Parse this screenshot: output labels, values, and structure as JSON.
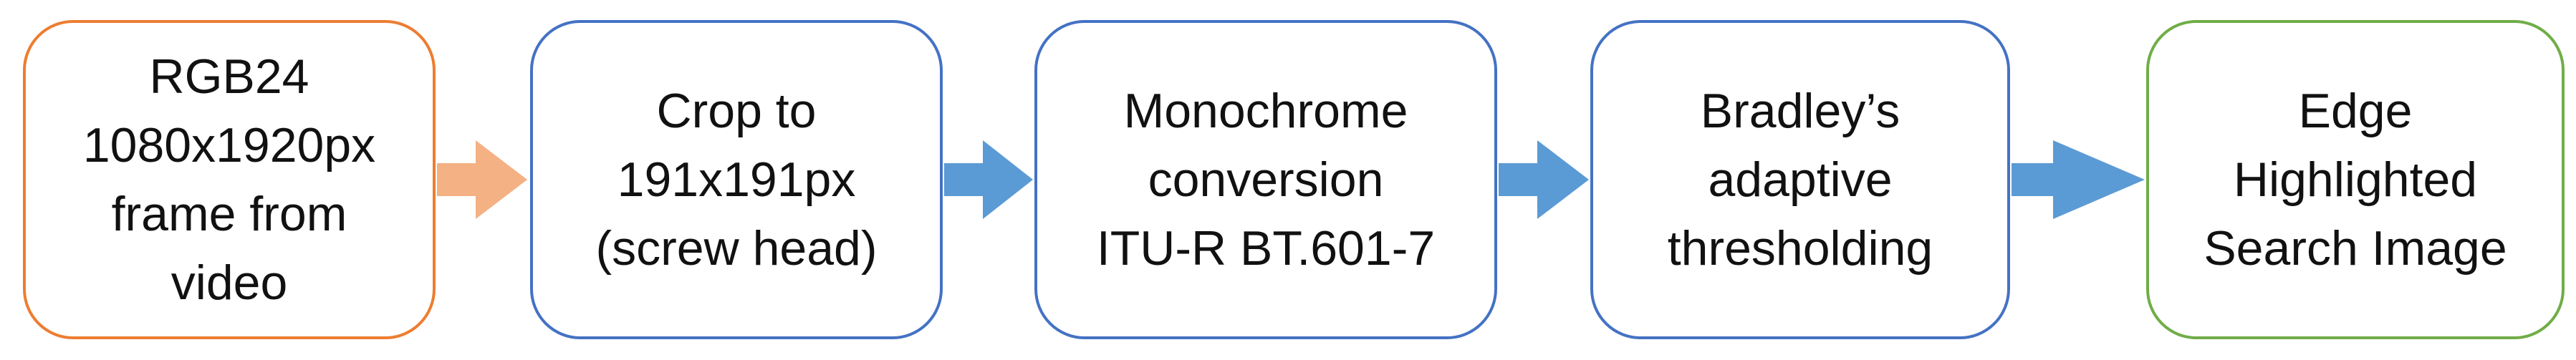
{
  "colors": {
    "input_border": "#ed7d31",
    "process_border": "#4472c4",
    "output_border": "#70ad47",
    "arrow_input": "#f4b183",
    "arrow_process": "#5b9bd5"
  },
  "steps": [
    {
      "lines": [
        "RGB24",
        "1080x1920px",
        "frame from",
        "video"
      ]
    },
    {
      "lines": [
        "Crop to",
        "191x191px",
        "(screw head)"
      ]
    },
    {
      "lines": [
        "Monochrome",
        "conversion",
        "ITU-R BT.601-7"
      ]
    },
    {
      "lines": [
        "Bradley’s",
        "adaptive",
        "thresholding"
      ]
    },
    {
      "lines": [
        "Edge",
        "Highlighted",
        "Search Image"
      ]
    }
  ]
}
